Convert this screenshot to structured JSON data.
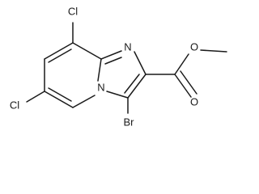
{
  "molecule": {
    "atoms": {
      "cl_top": "Cl",
      "cl_left": "Cl",
      "n_imine": "N",
      "n_bridge": "N",
      "o_carbonyl": "O",
      "o_ester": "O",
      "br": "Br"
    }
  }
}
